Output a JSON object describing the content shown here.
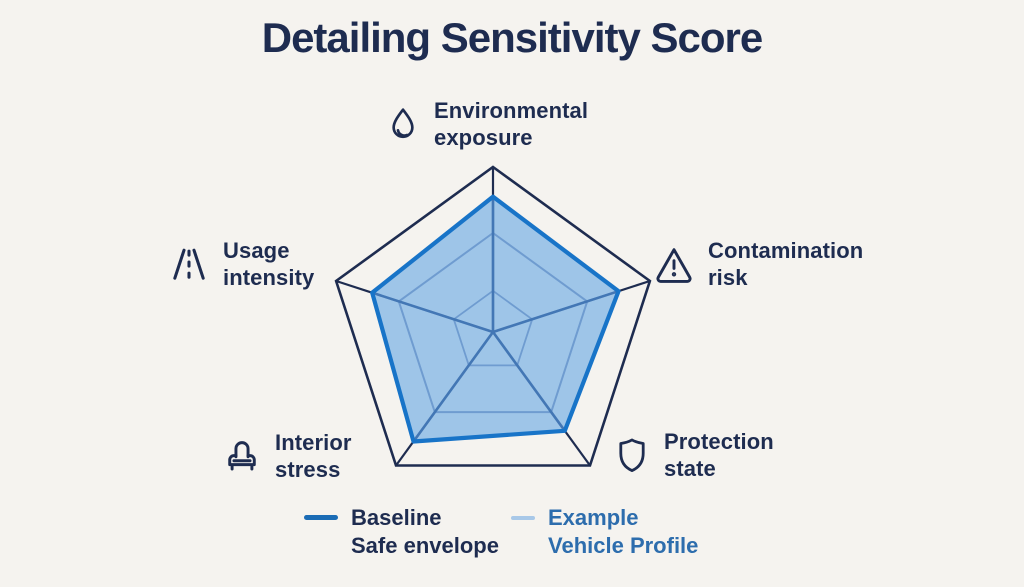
{
  "title": "Detailing Sensitivity Score",
  "colors": {
    "background": "#f5f3ef",
    "navy": "#1e2c50",
    "baseline_stroke": "#1874c8",
    "baseline_fill": "#7db3e4",
    "grid_line": "#6f9cd0",
    "inner_spoke": "#4377b5",
    "example_text": "#2d6dad"
  },
  "axes": [
    {
      "id": "environmental-exposure",
      "line1": "Environmental",
      "line2": "exposure",
      "icon": "water-drop-icon"
    },
    {
      "id": "contamination-risk",
      "line1": "Contamination",
      "line2": "risk",
      "icon": "warning-triangle-icon"
    },
    {
      "id": "protection-state",
      "line1": "Protection",
      "line2": "state",
      "icon": "shield-icon"
    },
    {
      "id": "interior-stress",
      "line1": "Interior",
      "line2": "stress",
      "icon": "armchair-icon"
    },
    {
      "id": "usage-intensity",
      "line1": "Usage",
      "line2": "intensity",
      "icon": "road-icon"
    }
  ],
  "legend": [
    {
      "line1": "Baseline",
      "line2": "Safe envelope",
      "swatch_color": "#1b6cb5"
    },
    {
      "line1": "Example",
      "line2": "Vehicle Profile",
      "swatch_color": "#a8c8e8"
    }
  ],
  "chart_data": {
    "type": "radar",
    "title": "Detailing Sensitivity Score",
    "categories": [
      "Environmental exposure",
      "Contamination risk",
      "Protection state",
      "Interior stress",
      "Usage intensity"
    ],
    "scale_min": 0,
    "scale_max": 1,
    "grid_rings": [
      1.0,
      0.25
    ],
    "legend_position": "bottom",
    "series": [
      {
        "name": "Baseline Safe envelope",
        "values": [
          0.82,
          0.8,
          0.74,
          0.82,
          0.77
        ]
      },
      {
        "name": "Example Vehicle Profile",
        "values": [
          0.6,
          0.6,
          0.6,
          0.6,
          0.6
        ]
      }
    ]
  }
}
